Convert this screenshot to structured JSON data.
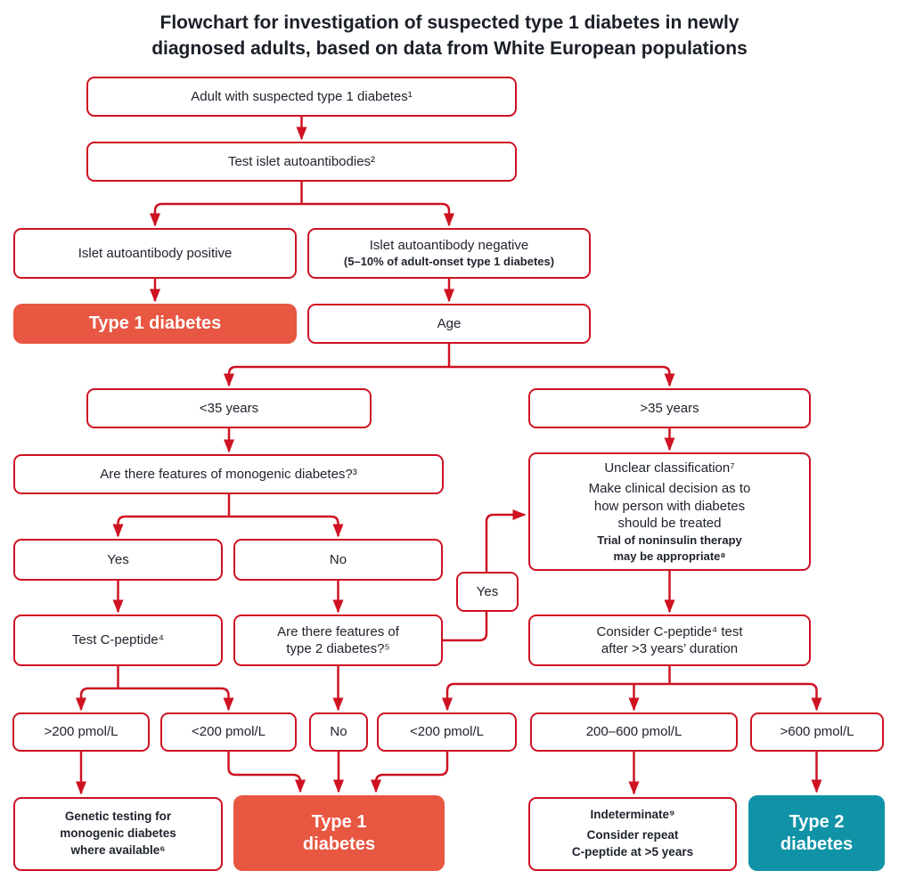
{
  "title": {
    "line1": "Flowchart for investigation of suspected type 1 diabetes in newly",
    "line2": "diagnosed adults, based on data from White European populations"
  },
  "colors": {
    "line_red": "#CE1222",
    "type1_orange": "#E85742",
    "type2_teal": "#1093A7",
    "text": "#20242E"
  },
  "nodes": {
    "adult": "Adult with suspected type 1 diabetes¹",
    "test_islet": "Test islet autoantibodies²",
    "islet_positive": "Islet autoantibody positive",
    "islet_negative": {
      "line1": "Islet autoantibody negative",
      "line2": "(5–10% of adult-onset type 1 diabetes)"
    },
    "type1_top": "Type 1 diabetes",
    "age": "Age",
    "under35": "<35 years",
    "over35": ">35 years",
    "monogenic_question": "Are there features of monogenic diabetes?³",
    "unclear": {
      "line1": "Unclear classification⁷",
      "line2": "Make clinical decision as to",
      "line3": "how person with diabetes",
      "line4": "should be treated",
      "line5": "Trial of noninsulin therapy",
      "line6": "may be appropriate⁸"
    },
    "yes": "Yes",
    "no": "No",
    "yes_connector": "Yes",
    "test_cpeptide": "Test C-peptide⁴",
    "type2_question": {
      "line1": "Are there features of",
      "line2": "type 2 diabetes?⁵"
    },
    "consider_cpeptide": {
      "line1": "Consider C-peptide⁴ test",
      "line2": "after >3 years’ duration"
    },
    "gt200": ">200 pmol/L",
    "lt200_left": "<200 pmol/L",
    "no_small": "No",
    "lt200_right": "<200 pmol/L",
    "range_200_600": "200–600 pmol/L",
    "gt600": ">600 pmol/L",
    "genetic": {
      "line1": "Genetic testing for",
      "line2": "monogenic diabetes",
      "line3": "where available⁶"
    },
    "type1_bottom": {
      "line1": "Type 1",
      "line2": "diabetes"
    },
    "indeterminate": {
      "line1": "Indeterminate⁹",
      "line2": "Consider repeat",
      "line3": "C-peptide at >5 years"
    },
    "type2_bottom": {
      "line1": "Type 2",
      "line2": "diabetes"
    }
  }
}
